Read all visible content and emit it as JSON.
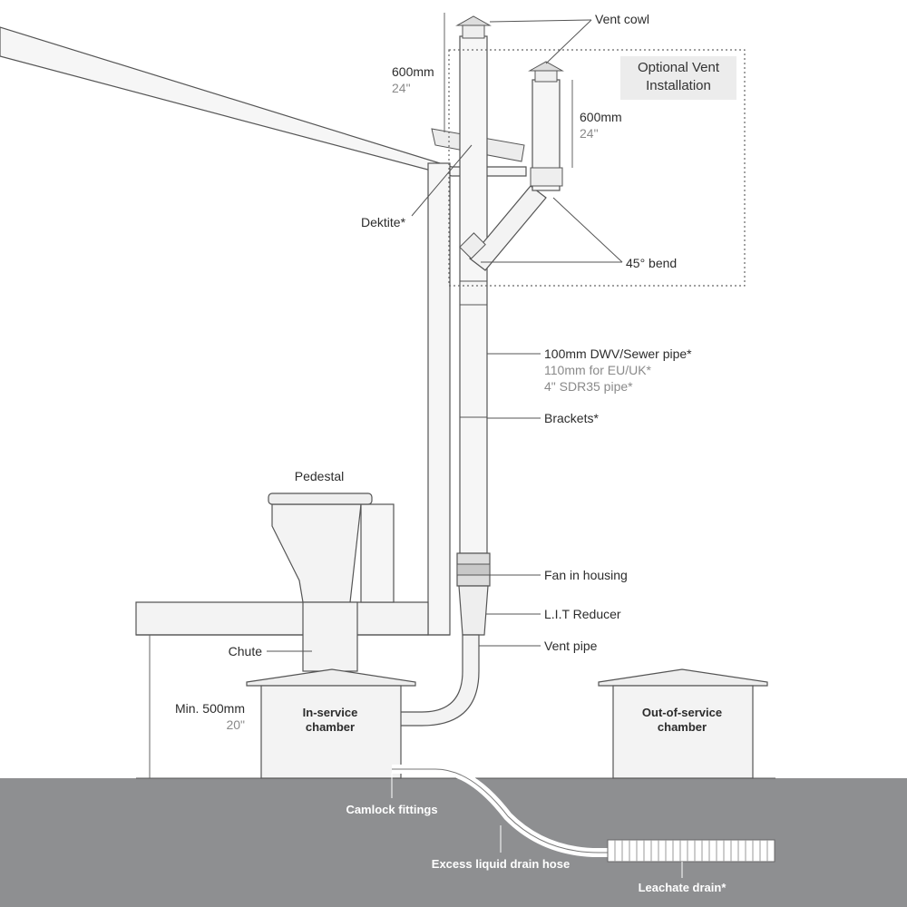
{
  "labels": {
    "vent_cowl": "Vent cowl",
    "optional_vent_line1": "Optional Vent",
    "optional_vent_line2": "Installation",
    "height_left_mm": "600mm",
    "height_left_in": "24\"",
    "height_right_mm": "600mm",
    "height_right_in": "24\"",
    "dektite": "Dektite*",
    "bend_45": "45° bend",
    "pipe_main": "100mm DWV/Sewer pipe*",
    "pipe_eu": "110mm for EU/UK*",
    "pipe_us": "4\" SDR35 pipe*",
    "brackets": "Brackets*",
    "pedestal": "Pedestal",
    "fan": "Fan in housing",
    "reducer": "L.I.T Reducer",
    "vent_pipe": "Vent pipe",
    "chute": "Chute",
    "min_mm": "Min. 500mm",
    "min_in": "20\"",
    "in_service_line1": "In-service",
    "in_service_line2": "chamber",
    "out_service_line1": "Out-of-service",
    "out_service_line2": "chamber",
    "camlock": "Camlock fittings",
    "drain_hose": "Excess liquid drain hose",
    "leachate": "Leachate drain*"
  },
  "colors": {
    "line": "#555555",
    "fill": "#f3f3f3",
    "ground": "#8e8f91",
    "dotted": "#666666"
  }
}
